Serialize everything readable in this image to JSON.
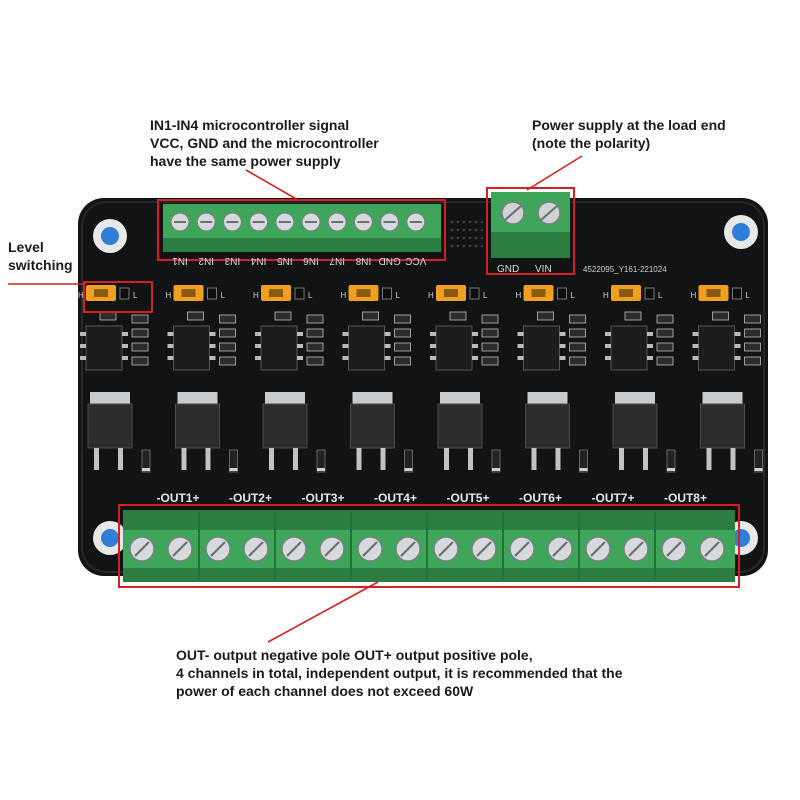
{
  "annotations": {
    "signal": "IN1-IN4 microcontroller signal\nVCC, GND and the microcontroller\nhave the same power supply",
    "power": "Power supply at the load end\n(note the polarity)",
    "level": "Level\nswitching",
    "output": "OUT- output negative pole OUT+ output positive pole,\n4 channels in total, independent output, it is recommended that the\npower of each channel does not exceed 60W"
  },
  "board": {
    "input_pins": [
      "IN1",
      "IN2",
      "IN3",
      "IN4",
      "IN5",
      "IN6",
      "IN7",
      "IN8",
      "GND",
      "VCC"
    ],
    "power_pins": [
      "GND",
      "VIN"
    ],
    "model": "4522095_Y161-221024",
    "channels": [
      "-OUT1+",
      "-OUT2+",
      "-OUT3+",
      "-OUT4+",
      "-OUT5+",
      "-OUT6+",
      "-OUT7+",
      "-OUT8+"
    ],
    "jumper_h": "H",
    "jumper_l": "L",
    "output_screw_count": 16,
    "input_screw_count": 10
  },
  "colors": {
    "pcb": "#111315",
    "terminal": "#3fa55a",
    "terminal_dark": "#2b7d41",
    "highlight": "#d42020",
    "jumper": "#f0a020",
    "mount_hole": "#2f7fd8"
  }
}
